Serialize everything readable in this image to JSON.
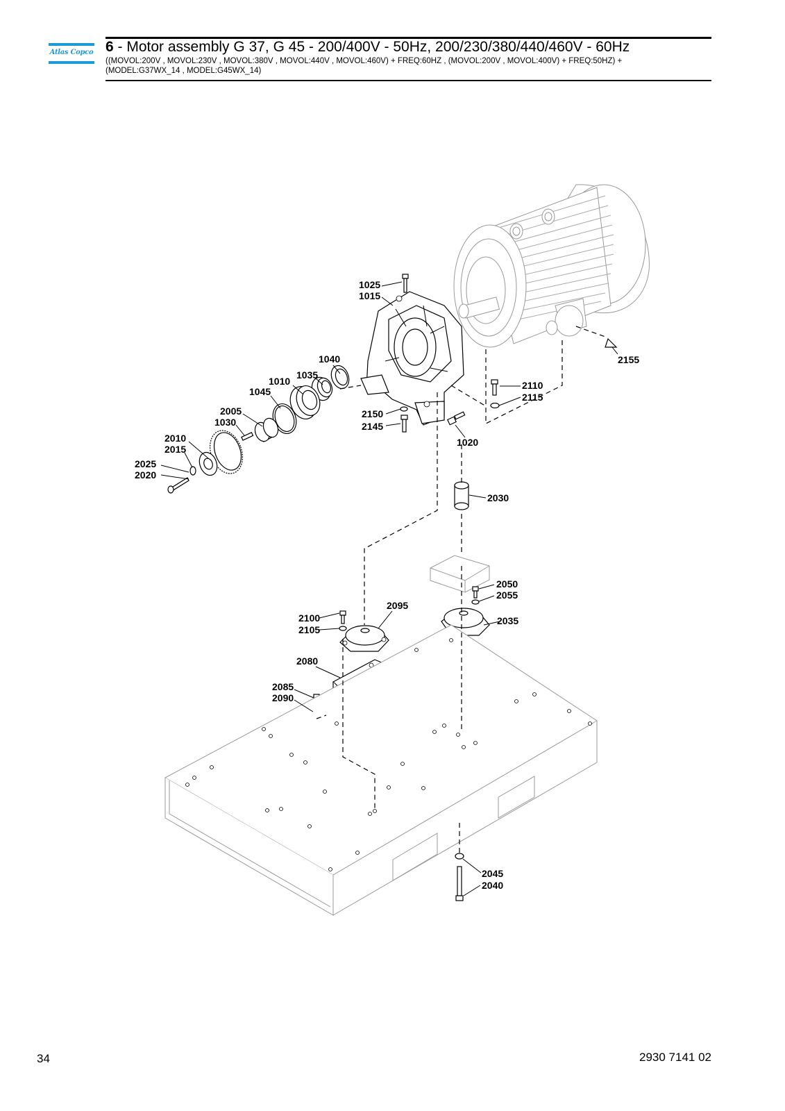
{
  "header": {
    "logo_text": "Atlas Copco",
    "section_number": "6",
    "title": " - Motor assembly G 37, G 45 - 200/400V - 50Hz, 200/230/380/440/460V - 60Hz",
    "subtitle": "((MOVOL:200V , MOVOL:230V , MOVOL:380V , MOVOL:440V , MOVOL:460V) + FREQ:60HZ , (MOVOL:200V , MOVOL:400V) + FREQ:50HZ) +\n(MODEL:G37WX_14 , MODEL:G45WX_14)"
  },
  "callouts": {
    "c1025": "1025",
    "c1015": "1015",
    "c1040": "1040",
    "c1035": "1035",
    "c1010": "1010",
    "c1045": "1045",
    "c2005": "2005",
    "c1030": "1030",
    "c2010": "2010",
    "c2015": "2015",
    "c2025": "2025",
    "c2020": "2020",
    "c2155": "2155",
    "c2110": "2110",
    "c2115": "2115",
    "c2150": "2150",
    "c2145": "2145",
    "c1020": "1020",
    "c2030": "2030",
    "c2050": "2050",
    "c2055": "2055",
    "c2095": "2095",
    "c2035": "2035",
    "c2100": "2100",
    "c2105": "2105",
    "c2080": "2080",
    "c2085": "2085",
    "c2090": "2090",
    "c2045": "2045",
    "c2040": "2040"
  },
  "footer": {
    "page_number": "34",
    "doc_number": "2930 7141 02"
  }
}
